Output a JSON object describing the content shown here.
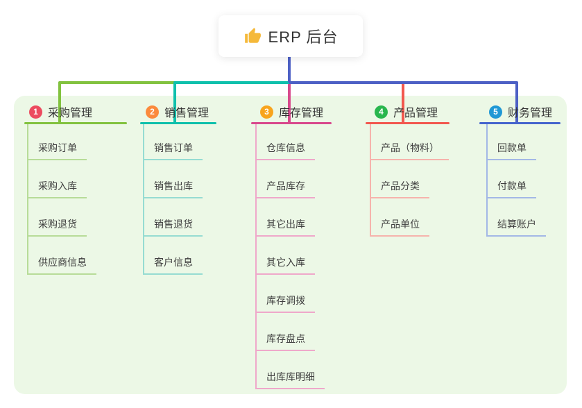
{
  "root": {
    "title": "ERP 后台",
    "icon": "thumbs-up-icon",
    "icon_color": "#f5b93a"
  },
  "panel_color": "#ecf8e6",
  "connector_root_color": "#4d60c5",
  "branches": [
    {
      "badge": "1",
      "label": "采购管理",
      "badge_color": "#ec4b5f",
      "line_color": "#82c23f",
      "child_line_color": "#b7dc98",
      "children": [
        "采购订单",
        "采购入库",
        "采购退货",
        "供应商信息"
      ]
    },
    {
      "badge": "2",
      "label": "销售管理",
      "badge_color": "#fb8a3c",
      "line_color": "#0fc0ac",
      "child_line_color": "#96dcd2",
      "children": [
        "销售订单",
        "销售出库",
        "销售退货",
        "客户信息"
      ]
    },
    {
      "badge": "3",
      "label": "库存管理",
      "badge_color": "#f8a41d",
      "line_color": "#d8498c",
      "child_line_color": "#efa8ca",
      "children": [
        "仓库信息",
        "产品库存",
        "其它出库",
        "其它入库",
        "库存调拨",
        "库存盘点",
        "出库库明细"
      ]
    },
    {
      "badge": "4",
      "label": "产品管理",
      "badge_color": "#29b64e",
      "line_color": "#f2584f",
      "child_line_color": "#f6b3ac",
      "children": [
        "产品（物料）",
        "产品分类",
        "产品单位"
      ]
    },
    {
      "badge": "5",
      "label": "财务管理",
      "badge_color": "#1f98d5",
      "line_color": "#4565cd",
      "child_line_color": "#a3b8e6",
      "children": [
        "回款单",
        "付款单",
        "结算账户"
      ]
    }
  ]
}
